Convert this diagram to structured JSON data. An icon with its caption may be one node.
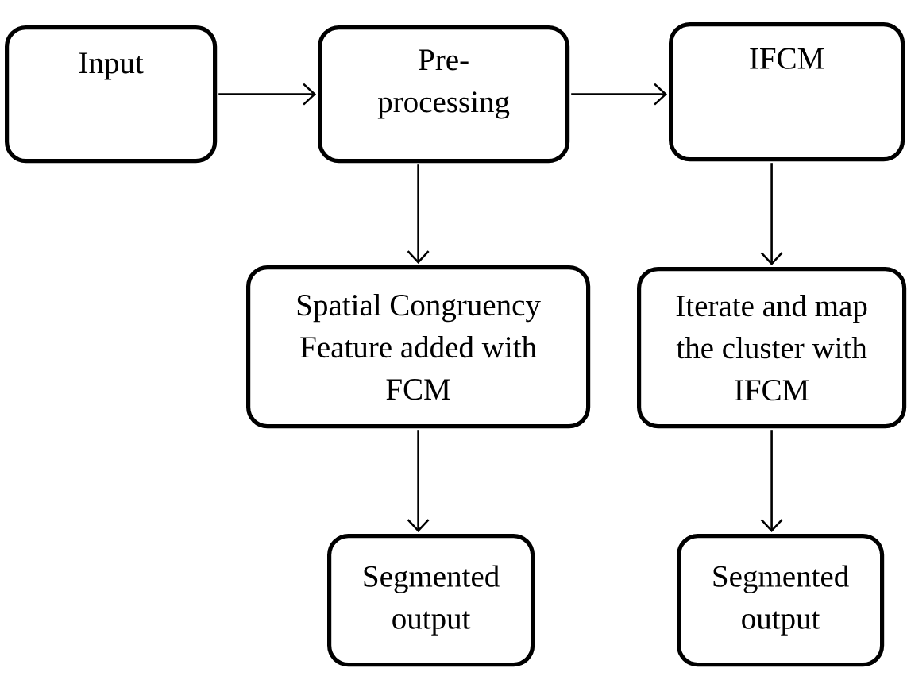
{
  "diagram": {
    "nodes": [
      {
        "text": [
          "Input"
        ]
      },
      {
        "text": [
          "Pre- processing"
        ]
      },
      {
        "text": [
          "IFCM"
        ]
      },
      {
        "text": [
          "Spatial Congruency Feature added with FCM"
        ]
      },
      {
        "text": [
          "Iterate and map the cluster with IFCM"
        ]
      },
      {
        "text": [
          "Segmented output"
        ]
      },
      {
        "text": [
          "Segmented output"
        ]
      }
    ],
    "edges": [
      {
        "from": 0,
        "to": 1,
        "arrow": "to"
      },
      {
        "from": 1,
        "to": 2,
        "arrow": "to"
      },
      {
        "from": 1,
        "to": 3,
        "arrow": "to"
      },
      {
        "from": 2,
        "to": 4,
        "arrow": "to"
      },
      {
        "from": 3,
        "to": 5,
        "arrow": "to"
      },
      {
        "from": 4,
        "to": 6,
        "arrow": "to"
      }
    ]
  }
}
